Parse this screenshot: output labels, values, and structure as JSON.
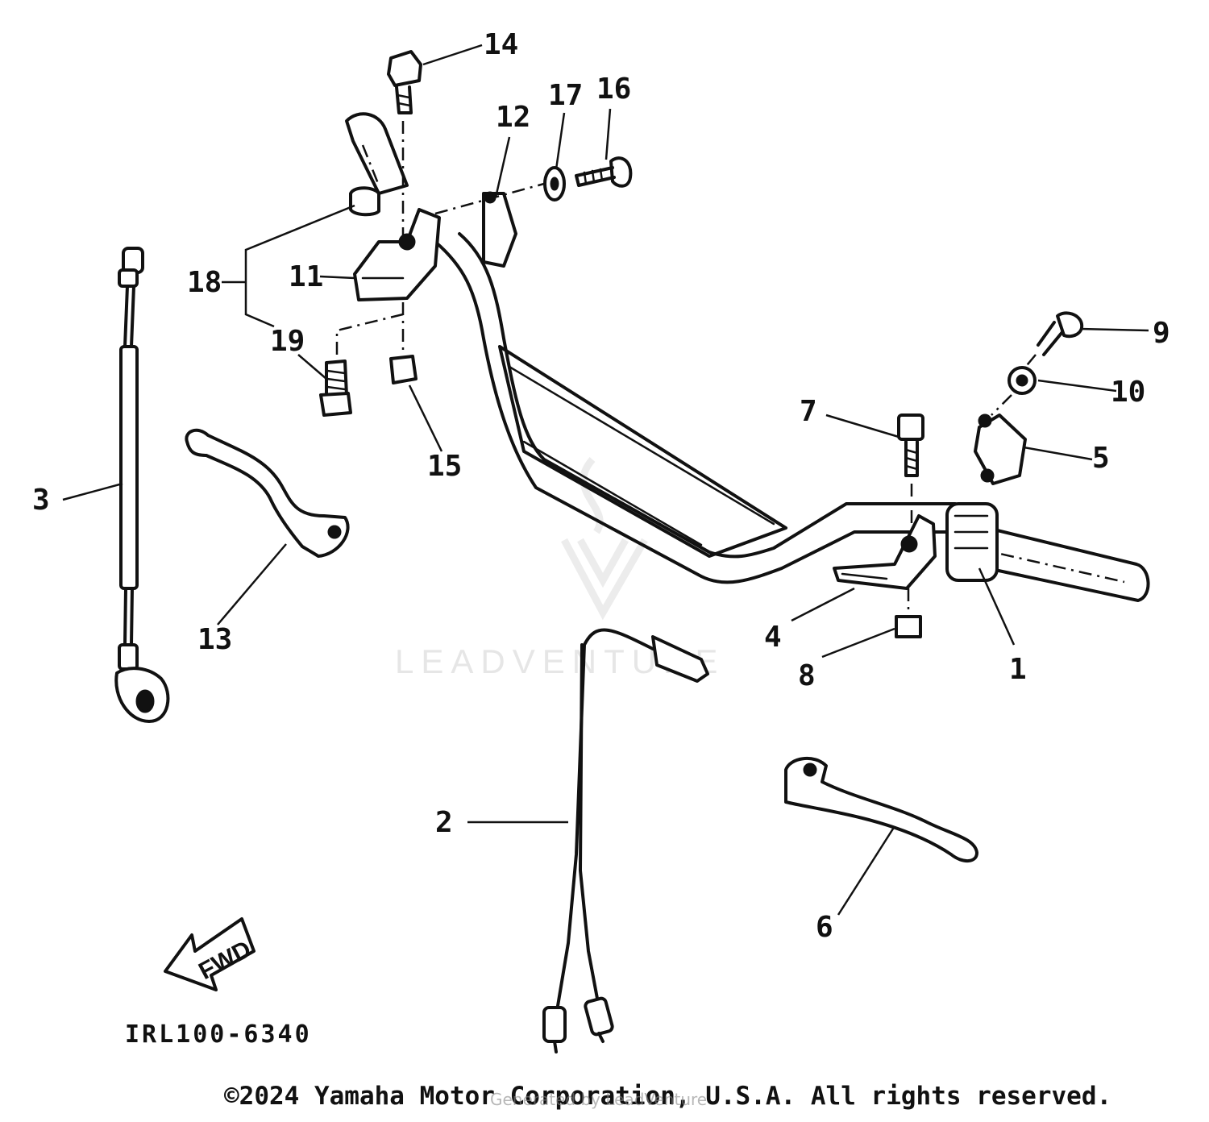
{
  "diagram_code": "IRL100-6340",
  "watermark": "LEADVENTURE",
  "fwd_label": "FWD",
  "copyright": "©2024 Yamaha Motor Corporation, U.S.A. All rights reserved.",
  "overlay_text": "Generated by LeadVenture",
  "callouts": {
    "c1": "1",
    "c2": "2",
    "c3": "3",
    "c4": "4",
    "c5": "5",
    "c6": "6",
    "c7": "7",
    "c8": "8",
    "c9": "9",
    "c10": "10",
    "c11": "11",
    "c12": "12",
    "c13": "13",
    "c14": "14",
    "c15": "15",
    "c16": "16",
    "c17": "17",
    "c18": "18",
    "c19": "19"
  }
}
